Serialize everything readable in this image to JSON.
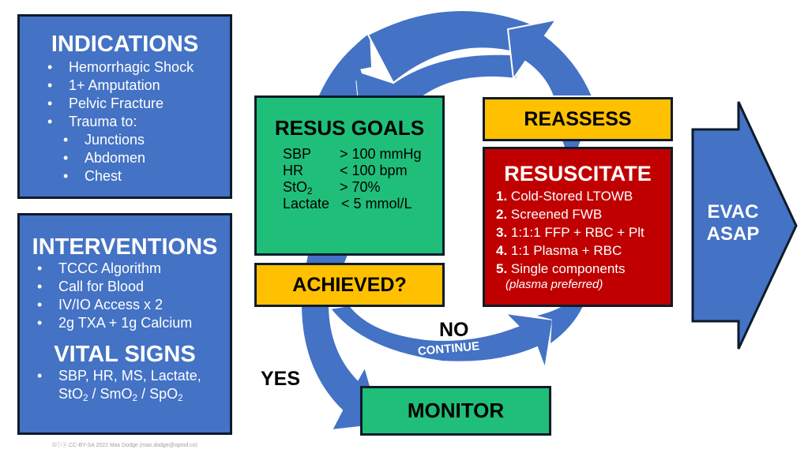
{
  "colors": {
    "blue": "#4472c4",
    "green": "#1fbf7a",
    "gold": "#ffc000",
    "red": "#c00000",
    "border": "#0d1b2a"
  },
  "indications": {
    "title": "INDICATIONS",
    "items": [
      "Hemorrhagic Shock",
      "1+ Amputation",
      "Pelvic Fracture",
      "Trauma to:"
    ],
    "subitems": [
      "Junctions",
      "Abdomen",
      "Chest"
    ]
  },
  "interventions": {
    "title": "INTERVENTIONS",
    "items": [
      "TCCC Algorithm",
      "Call for Blood",
      "IV/IO Access x 2",
      "2g TXA + 1g Calcium"
    ]
  },
  "vital_signs": {
    "title": "VITAL SIGNS",
    "line1": "SBP, HR, MS, Lactate,",
    "line2_parts": [
      "StO",
      "2",
      " / SmO",
      "2",
      " / SpO",
      "2"
    ]
  },
  "resus_goals": {
    "title": "RESUS GOALS",
    "rows": [
      {
        "param": "SBP",
        "param_sub": "",
        "value": "> 100 mmHg"
      },
      {
        "param": "HR",
        "param_sub": "",
        "value": "< 100 bpm"
      },
      {
        "param": "StO",
        "param_sub": "2",
        "value": "> 70%"
      },
      {
        "param": "Lactate",
        "param_sub": "",
        "value": "< 5 mmol/L"
      }
    ]
  },
  "achieved": {
    "label": "ACHIEVED?"
  },
  "reassess": {
    "label": "REASSESS"
  },
  "resuscitate": {
    "title": "RESUSCITATE",
    "items": [
      {
        "num": "1.",
        "text": "Cold-Stored LTOWB"
      },
      {
        "num": "2.",
        "text": "Screened FWB"
      },
      {
        "num": "3.",
        "text": "1:1:1 FFP + RBC + Plt"
      },
      {
        "num": "4.",
        "text": "1:1 Plasma + RBC"
      },
      {
        "num": "5.",
        "text": "Single components"
      }
    ],
    "note": "(plasma preferred)"
  },
  "monitor": {
    "label": "MONITOR"
  },
  "evac": {
    "line1": "EVAC",
    "line2": "ASAP"
  },
  "flow_labels": {
    "yes": "YES",
    "no": "NO",
    "continue": "CONTINUE"
  },
  "footer": {
    "icons": "©ⓘⓢ",
    "text": "CC-BY-SA 2022 Max Dodge (max.dodge@opmd.co)"
  }
}
